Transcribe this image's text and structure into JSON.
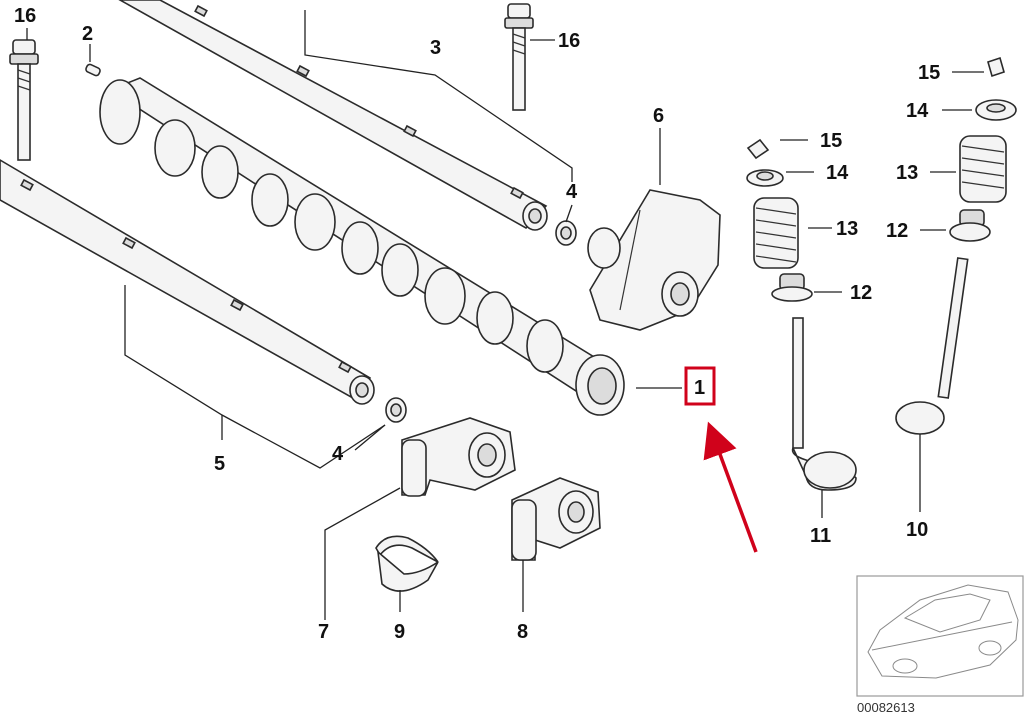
{
  "diagram": {
    "labels": {
      "p1": "1",
      "p2": "2",
      "p3": "3",
      "p4a": "4",
      "p4b": "4",
      "p5": "5",
      "p6": "6",
      "p7": "7",
      "p8": "8",
      "p9": "9",
      "p10": "10",
      "p11": "11",
      "p12a": "12",
      "p12b": "12",
      "p13a": "13",
      "p13b": "13",
      "p14a": "14",
      "p14b": "14",
      "p15a": "15",
      "p15b": "15",
      "p16a": "16",
      "p16b": "16"
    },
    "catalog_number": "00082613",
    "highlight_color": "#d0021b"
  }
}
